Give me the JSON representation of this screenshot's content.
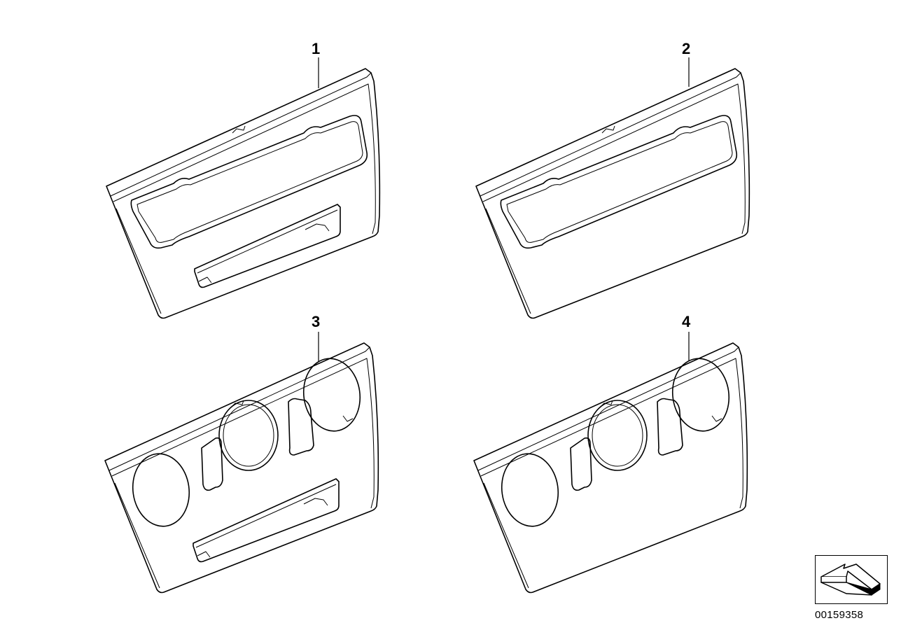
{
  "diagram": {
    "parts": [
      {
        "id": "part-1",
        "label": "1"
      },
      {
        "id": "part-2",
        "label": "2"
      },
      {
        "id": "part-3",
        "label": "3"
      },
      {
        "id": "part-4",
        "label": "4"
      }
    ],
    "reference_number": "00159358",
    "reference_icon": "arrow-direction-icon"
  }
}
